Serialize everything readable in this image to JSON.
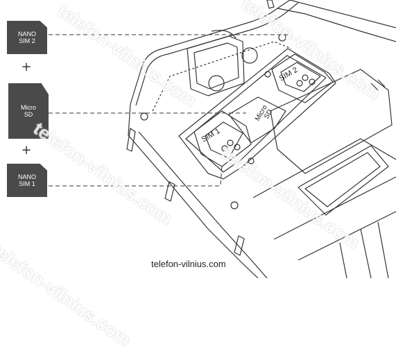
{
  "cards": {
    "top": {
      "line1": "NANO",
      "line2": "SIM 2"
    },
    "middle": {
      "line1": "Micro",
      "line2": "SD"
    },
    "bottom": {
      "line1": "NANO",
      "line2": "SIM 1"
    }
  },
  "plus": "+",
  "slot_labels": {
    "sim1": "SIM 1",
    "sim2": "SIM 2",
    "micro": "Micro",
    "sd": "SD"
  },
  "website": "telefon-vilnius.com",
  "watermark": "telefon-vilnius.com",
  "colors": {
    "card": "#4a4a4a",
    "line": "#333333"
  }
}
